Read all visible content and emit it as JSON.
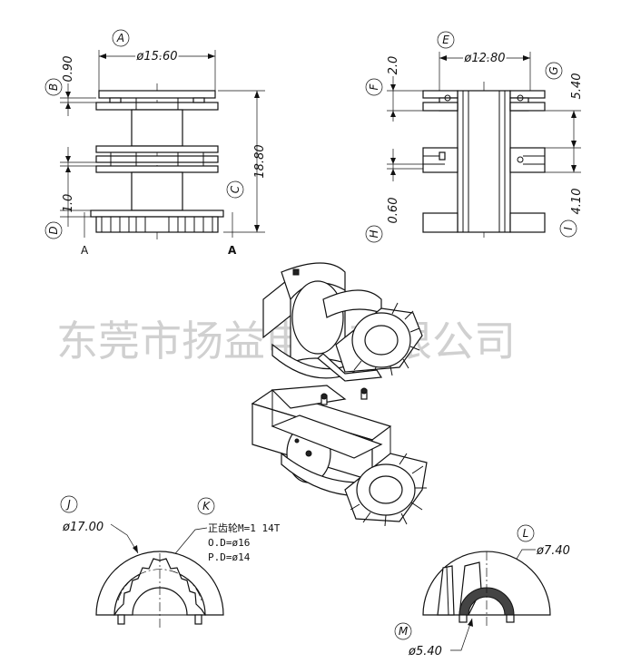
{
  "watermark": "东莞市扬益电子有限公司",
  "front_view": {
    "labels": {
      "A": "A",
      "B": "B",
      "C": "C",
      "D": "D"
    },
    "dims": {
      "width": "ø15.60",
      "b": "0.90",
      "c": "18.80",
      "d": "1.0"
    },
    "section_left": "A",
    "section_right": "A"
  },
  "side_view": {
    "labels": {
      "E": "E",
      "F": "F",
      "G": "G",
      "H": "H",
      "I": "I"
    },
    "dims": {
      "width": "ø12.80",
      "f": "2.0",
      "g": "5.40",
      "h": "0.60",
      "i": "4.10"
    }
  },
  "gear_view": {
    "labels": {
      "J": "J",
      "K": "K"
    },
    "dims": {
      "od": "ø17.00"
    },
    "note": [
      "正齿轮M=1 14T",
      "O.D=ø16",
      "P.D=ø14"
    ]
  },
  "clip_view": {
    "labels": {
      "L": "L",
      "M": "M"
    },
    "dims": {
      "outer": "ø7.40",
      "inner": "ø5.40"
    }
  }
}
